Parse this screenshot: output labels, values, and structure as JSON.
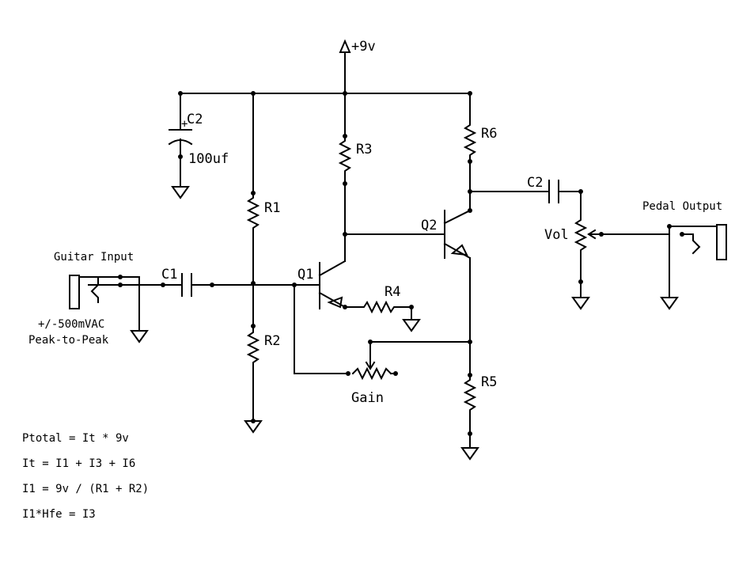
{
  "supply": {
    "label": "+9v"
  },
  "components": {
    "c2_top": {
      "ref": "C2",
      "value": "100uf"
    },
    "c1": {
      "ref": "C1"
    },
    "c2_out": {
      "ref": "C2"
    },
    "r1": {
      "ref": "R1"
    },
    "r2": {
      "ref": "R2"
    },
    "r3": {
      "ref": "R3"
    },
    "r4": {
      "ref": "R4"
    },
    "r5": {
      "ref": "R5"
    },
    "r6": {
      "ref": "R6"
    },
    "q1": {
      "ref": "Q1"
    },
    "q2": {
      "ref": "Q2"
    },
    "gain": {
      "ref": "Gain"
    },
    "vol": {
      "ref": "Vol"
    }
  },
  "ports": {
    "input": {
      "label": "Guitar Input",
      "spec_line1": "+/-500mVAC",
      "spec_line2": "Peak-to-Peak"
    },
    "output": {
      "label": "Pedal Output"
    }
  },
  "notes": [
    "Ptotal = It * 9v",
    "It = I1 + I3 + I6",
    "I1 = 9v / (R1 + R2)",
    "I1*Hfe = I3"
  ]
}
